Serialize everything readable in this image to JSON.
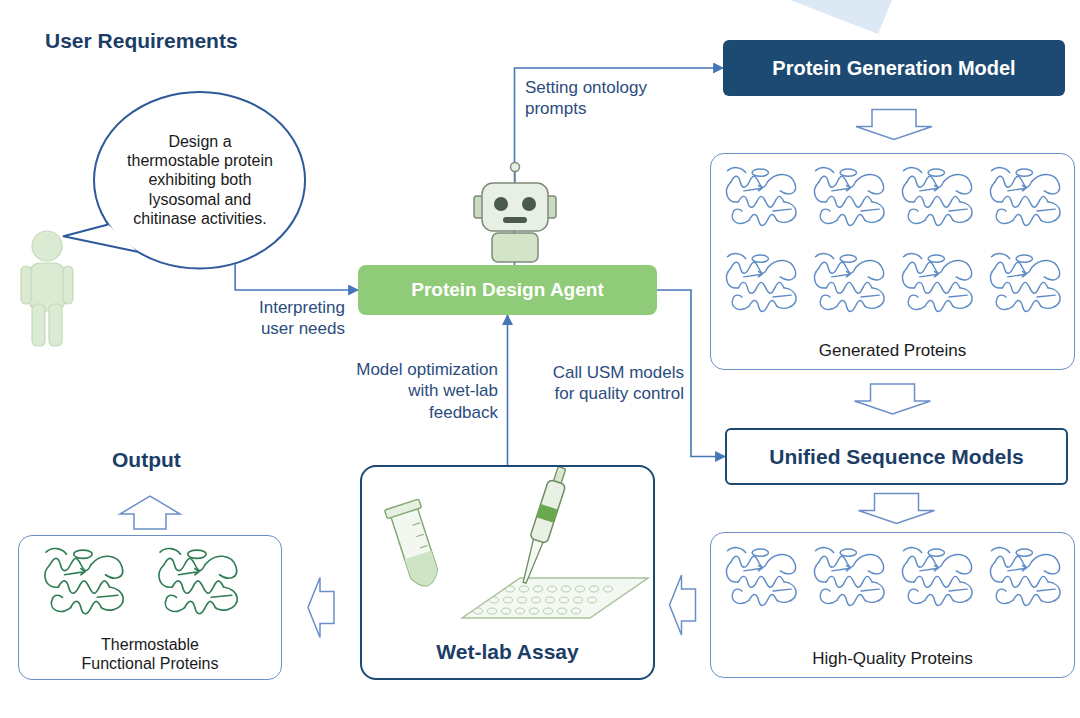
{
  "diagram": {
    "nodes": [
      {
        "text": [
          "Design a thermostable protein exhibiting both lysosomal and chitinase activities."
        ]
      },
      {
        "text": [
          "Protein Design Agent"
        ]
      },
      {
        "text": [
          "Protein Generation Model"
        ]
      },
      {
        "text": [
          "Generated Proteins"
        ]
      },
      {
        "text": [
          "Unified Sequence Models"
        ]
      },
      {
        "text": [
          "High-Quality Proteins"
        ]
      },
      {
        "text": [
          "Wet-lab Assay"
        ]
      },
      {
        "text": [
          "Thermostable Functional Proteins"
        ]
      }
    ],
    "edges": [
      {
        "from": 0,
        "to": 1,
        "arrow": "to",
        "label": "Interpreting user needs"
      },
      {
        "from": 1,
        "to": 2,
        "arrow": "to",
        "label": "Setting ontology prompts"
      },
      {
        "from": 2,
        "to": 3,
        "arrow": "to"
      },
      {
        "from": 3,
        "to": 4,
        "arrow": "to"
      },
      {
        "from": 1,
        "to": 4,
        "arrow": "to",
        "label": "Call USM models for quality control"
      },
      {
        "from": 4,
        "to": 5,
        "arrow": "to"
      },
      {
        "from": 5,
        "to": 6,
        "arrow": "to"
      },
      {
        "from": 6,
        "to": 1,
        "arrow": "to",
        "label": "Model optimization with wet-lab feedback"
      },
      {
        "from": 6,
        "to": 7,
        "arrow": "to"
      }
    ],
    "labels": [
      "User Requirements",
      "Output"
    ]
  }
}
